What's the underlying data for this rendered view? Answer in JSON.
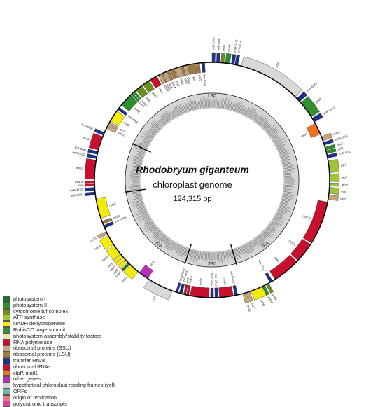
{
  "center": {
    "species": "Rhodobryum giganteum",
    "subtitle": "chloroplast genome",
    "length": "124,315 bp"
  },
  "regions": {
    "lsc": "LSC",
    "ssc": "SSC",
    "ira": "IRA",
    "irb": "IRB"
  },
  "colors": {
    "photosystem_I": "#1f6f2c",
    "photosystem_II": "#2f8f2f",
    "cytochrome": "#6a8f1e",
    "atp": "#9fc43a",
    "nadh": "#f4ea0b",
    "rubisco": "#3c8c3c",
    "ps_assembly": "#f2e6a6",
    "rna_pol": "#c8102e",
    "rps": "#c8a57a",
    "rpl": "#9c7a45",
    "trna": "#1e2f8c",
    "rrna": "#c8102e",
    "clpp": "#f07020",
    "other": "#b530b5",
    "ycf": "#d8d8d8",
    "orf": "#6fb7a8",
    "ori": "#e08080",
    "polycistronic": "#e040a0"
  },
  "legend": [
    {
      "label": "photosystem I",
      "color": "#1f6f2c"
    },
    {
      "label": "photosystem II",
      "color": "#2f8f2f"
    },
    {
      "label": "cytochrome b/f complex",
      "color": "#6a8f1e"
    },
    {
      "label": "ATP synthase",
      "color": "#9fc43a"
    },
    {
      "label": "NADH dehydrogenase",
      "color": "#f4ea0b"
    },
    {
      "label": "RubisCO large subunit",
      "color": "#3c8c3c"
    },
    {
      "label": "photosystem assembly/stability factors",
      "color": "#f2e6a6"
    },
    {
      "label": "RNA polymerase",
      "color": "#c8102e"
    },
    {
      "label": "ribosomal proteins (SSU)",
      "color": "#c8a57a"
    },
    {
      "label": "ribosomal proteins (LSU)",
      "color": "#9c7a45"
    },
    {
      "label": "transfer RNAs",
      "color": "#1e2f8c"
    },
    {
      "label": "ribosomal RNAs",
      "color": "#c8102e"
    },
    {
      "label": "clpP, matK",
      "color": "#f07020"
    },
    {
      "label": "other genes",
      "color": "#b530b5"
    },
    {
      "label": "hypothetical chloroplast reading frames (ycf)",
      "color": "#d8d8d8"
    },
    {
      "label": "ORFs",
      "color": "#6fb7a8"
    },
    {
      "label": "origin of replication",
      "color": "#e08080"
    },
    {
      "label": "polycistronic transcripts",
      "color": "#e040a0"
    }
  ],
  "genes": [
    {
      "name": "trnM-CAU",
      "start": 0.0,
      "end": 0.004,
      "strand": "out",
      "cat": "trna"
    },
    {
      "name": "trnE-UUC",
      "start": 0.006,
      "end": 0.01,
      "strand": "out",
      "cat": "trna"
    },
    {
      "name": "petN",
      "start": 0.012,
      "end": 0.016,
      "strand": "out",
      "cat": "cytochrome"
    },
    {
      "name": "psbM",
      "start": 0.018,
      "end": 0.024,
      "strand": "out",
      "cat": "photosystem_II"
    },
    {
      "name": "trnD-GUC",
      "start": 0.026,
      "end": 0.03,
      "strand": "out",
      "cat": "trna"
    },
    {
      "name": "trnY-GUA",
      "start": 0.031,
      "end": 0.035,
      "strand": "out",
      "cat": "trna"
    },
    {
      "name": "ycf2",
      "start": 0.04,
      "end": 0.125,
      "strand": "out",
      "cat": "ycf"
    },
    {
      "name": "trnH-GUG",
      "start": 0.128,
      "end": 0.134,
      "strand": "out",
      "cat": "trna"
    },
    {
      "name": "psbA",
      "start": 0.136,
      "end": 0.16,
      "strand": "out",
      "cat": "photosystem_II"
    },
    {
      "name": "trnK-UUU",
      "start": 0.162,
      "end": 0.168,
      "strand": "out",
      "cat": "trna"
    },
    {
      "name": "matK",
      "start": 0.17,
      "end": 0.186,
      "strand": "in",
      "cat": "clpp"
    },
    {
      "name": "rps16",
      "start": 0.19,
      "end": 0.196,
      "strand": "out",
      "cat": "rps"
    },
    {
      "name": "trnQ-UUG",
      "start": 0.198,
      "end": 0.202,
      "strand": "out",
      "cat": "trna"
    },
    {
      "name": "psbK",
      "start": 0.205,
      "end": 0.209,
      "strand": "out",
      "cat": "photosystem_II"
    },
    {
      "name": "psbI",
      "start": 0.21,
      "end": 0.214,
      "strand": "out",
      "cat": "photosystem_II"
    },
    {
      "name": "trnS-GCU",
      "start": 0.216,
      "end": 0.22,
      "strand": "out",
      "cat": "trna"
    },
    {
      "name": "atpA",
      "start": 0.224,
      "end": 0.24,
      "strand": "out",
      "cat": "atp"
    },
    {
      "name": "atpF",
      "start": 0.242,
      "end": 0.252,
      "strand": "out",
      "cat": "atp"
    },
    {
      "name": "atpH",
      "start": 0.254,
      "end": 0.258,
      "strand": "out",
      "cat": "atp"
    },
    {
      "name": "atpI",
      "start": 0.26,
      "end": 0.268,
      "strand": "out",
      "cat": "atp"
    },
    {
      "name": "rps2",
      "start": 0.27,
      "end": 0.276,
      "strand": "out",
      "cat": "rps"
    },
    {
      "name": "rpoC2",
      "start": 0.28,
      "end": 0.34,
      "strand": "in",
      "cat": "rna_pol"
    },
    {
      "name": "rpoC1",
      "start": 0.342,
      "end": 0.37,
      "strand": "in",
      "cat": "rna_pol"
    },
    {
      "name": "rpoB",
      "start": 0.372,
      "end": 0.41,
      "strand": "in",
      "cat": "rna_pol"
    },
    {
      "name": "trnC-GCA",
      "start": 0.414,
      "end": 0.418,
      "strand": "in",
      "cat": "trna"
    },
    {
      "name": "petN",
      "start": 0.42,
      "end": 0.424,
      "strand": "out",
      "cat": "cytochrome"
    },
    {
      "name": "psbM",
      "start": 0.426,
      "end": 0.43,
      "strand": "out",
      "cat": "photosystem_II"
    },
    {
      "name": "ndhB",
      "start": 0.43,
      "end": 0.446,
      "strand": "out",
      "cat": "nadh"
    },
    {
      "name": "rps7",
      "start": 0.448,
      "end": 0.452,
      "strand": "out",
      "cat": "rps"
    },
    {
      "name": "rps12",
      "start": 0.453,
      "end": 0.458,
      "strand": "out",
      "cat": "rps"
    },
    {
      "name": "trnV-GAC",
      "start": 0.465,
      "end": 0.469,
      "strand": "in",
      "cat": "trna"
    },
    {
      "name": "rrn16",
      "start": 0.471,
      "end": 0.49,
      "strand": "in",
      "cat": "rrna"
    },
    {
      "name": "trnI-GAU",
      "start": 0.492,
      "end": 0.496,
      "strand": "in",
      "cat": "trna"
    },
    {
      "name": "trnA-UGC",
      "start": 0.498,
      "end": 0.502,
      "strand": "in",
      "cat": "trna"
    },
    {
      "name": "rrn23",
      "start": 0.504,
      "end": 0.53,
      "strand": "in",
      "cat": "rrna"
    },
    {
      "name": "rrn4.5",
      "start": 0.532,
      "end": 0.535,
      "strand": "in",
      "cat": "rrna"
    },
    {
      "name": "rrn5",
      "start": 0.536,
      "end": 0.539,
      "strand": "in",
      "cat": "rrna"
    },
    {
      "name": "trnR-ACG",
      "start": 0.541,
      "end": 0.545,
      "strand": "in",
      "cat": "trna"
    },
    {
      "name": "trnN-GUU",
      "start": 0.547,
      "end": 0.55,
      "strand": "in",
      "cat": "trna"
    },
    {
      "name": "ycf1",
      "start": 0.555,
      "end": 0.59,
      "strand": "out",
      "cat": "ycf"
    },
    {
      "name": "ccsA",
      "start": 0.592,
      "end": 0.606,
      "strand": "in",
      "cat": "other"
    },
    {
      "name": "ndhD",
      "start": 0.608,
      "end": 0.622,
      "strand": "out",
      "cat": "nadh"
    },
    {
      "name": "psaC",
      "start": 0.623,
      "end": 0.626,
      "strand": "out",
      "cat": "photosystem_I"
    },
    {
      "name": "ndhE",
      "start": 0.627,
      "end": 0.631,
      "strand": "out",
      "cat": "nadh"
    },
    {
      "name": "ndhG",
      "start": 0.632,
      "end": 0.636,
      "strand": "out",
      "cat": "nadh"
    },
    {
      "name": "ndhI",
      "start": 0.637,
      "end": 0.641,
      "strand": "out",
      "cat": "nadh"
    },
    {
      "name": "ndhA",
      "start": 0.642,
      "end": 0.656,
      "strand": "out",
      "cat": "nadh"
    },
    {
      "name": "ndhH",
      "start": 0.658,
      "end": 0.672,
      "strand": "out",
      "cat": "nadh"
    },
    {
      "name": "rps15",
      "start": 0.674,
      "end": 0.678,
      "strand": "out",
      "cat": "rps"
    },
    {
      "name": "trnL-UAG",
      "start": 0.683,
      "end": 0.687,
      "strand": "in",
      "cat": "trna"
    },
    {
      "name": "rpl32",
      "start": 0.689,
      "end": 0.693,
      "strand": "in",
      "cat": "rpl"
    },
    {
      "name": "ndhF",
      "start": 0.697,
      "end": 0.725,
      "strand": "in",
      "cat": "nadh"
    },
    {
      "name": "trnN-GUU",
      "start": 0.73,
      "end": 0.734,
      "strand": "out",
      "cat": "trna"
    },
    {
      "name": "trnR-ACG",
      "start": 0.736,
      "end": 0.74,
      "strand": "out",
      "cat": "trna"
    },
    {
      "name": "rrn5",
      "start": 0.742,
      "end": 0.745,
      "strand": "out",
      "cat": "rrna"
    },
    {
      "name": "rrn4.5",
      "start": 0.746,
      "end": 0.749,
      "strand": "out",
      "cat": "rrna"
    },
    {
      "name": "rrn23",
      "start": 0.751,
      "end": 0.777,
      "strand": "out",
      "cat": "rrna"
    },
    {
      "name": "trnA-UGC",
      "start": 0.779,
      "end": 0.783,
      "strand": "out",
      "cat": "trna"
    },
    {
      "name": "trnI-GAU",
      "start": 0.785,
      "end": 0.789,
      "strand": "out",
      "cat": "trna"
    },
    {
      "name": "rrn16",
      "start": 0.791,
      "end": 0.81,
      "strand": "out",
      "cat": "rrna"
    },
    {
      "name": "trnV-GAC",
      "start": 0.812,
      "end": 0.816,
      "strand": "out",
      "cat": "trna"
    },
    {
      "name": "rps12",
      "start": 0.822,
      "end": 0.827,
      "strand": "in",
      "cat": "rps"
    },
    {
      "name": "rps7",
      "start": 0.828,
      "end": 0.832,
      "strand": "in",
      "cat": "rps"
    },
    {
      "name": "ndhB",
      "start": 0.834,
      "end": 0.85,
      "strand": "in",
      "cat": "nadh"
    },
    {
      "name": "trnL-CAA",
      "start": 0.852,
      "end": 0.856,
      "strand": "in",
      "cat": "trna"
    },
    {
      "name": "psbB",
      "start": 0.86,
      "end": 0.878,
      "strand": "in",
      "cat": "photosystem_II"
    },
    {
      "name": "psbT",
      "start": 0.879,
      "end": 0.882,
      "strand": "in",
      "cat": "photosystem_II"
    },
    {
      "name": "psbH",
      "start": 0.883,
      "end": 0.886,
      "strand": "in",
      "cat": "photosystem_II"
    },
    {
      "name": "petB",
      "start": 0.888,
      "end": 0.898,
      "strand": "in",
      "cat": "cytochrome"
    },
    {
      "name": "petD",
      "start": 0.9,
      "end": 0.91,
      "strand": "in",
      "cat": "cytochrome"
    },
    {
      "name": "rpoA",
      "start": 0.912,
      "end": 0.922,
      "strand": "in",
      "cat": "rna_pol"
    },
    {
      "name": "rps11",
      "start": 0.924,
      "end": 0.928,
      "strand": "in",
      "cat": "rps"
    },
    {
      "name": "rpl36",
      "start": 0.929,
      "end": 0.931,
      "strand": "in",
      "cat": "rpl"
    },
    {
      "name": "rps8",
      "start": 0.932,
      "end": 0.936,
      "strand": "in",
      "cat": "rps"
    },
    {
      "name": "rpl14",
      "start": 0.937,
      "end": 0.941,
      "strand": "in",
      "cat": "rpl"
    },
    {
      "name": "rpl16",
      "start": 0.942,
      "end": 0.948,
      "strand": "in",
      "cat": "rpl"
    },
    {
      "name": "rps3",
      "start": 0.949,
      "end": 0.956,
      "strand": "in",
      "cat": "rps"
    },
    {
      "name": "rpl22",
      "start": 0.957,
      "end": 0.961,
      "strand": "in",
      "cat": "rpl"
    },
    {
      "name": "rps19",
      "start": 0.962,
      "end": 0.965,
      "strand": "in",
      "cat": "rps"
    },
    {
      "name": "rpl2",
      "start": 0.966,
      "end": 0.978,
      "strand": "in",
      "cat": "rpl"
    },
    {
      "name": "rpl23",
      "start": 0.979,
      "end": 0.983,
      "strand": "in",
      "cat": "rpl"
    },
    {
      "name": "trnI-CAU",
      "start": 0.986,
      "end": 0.99,
      "strand": "in",
      "cat": "trna"
    }
  ]
}
